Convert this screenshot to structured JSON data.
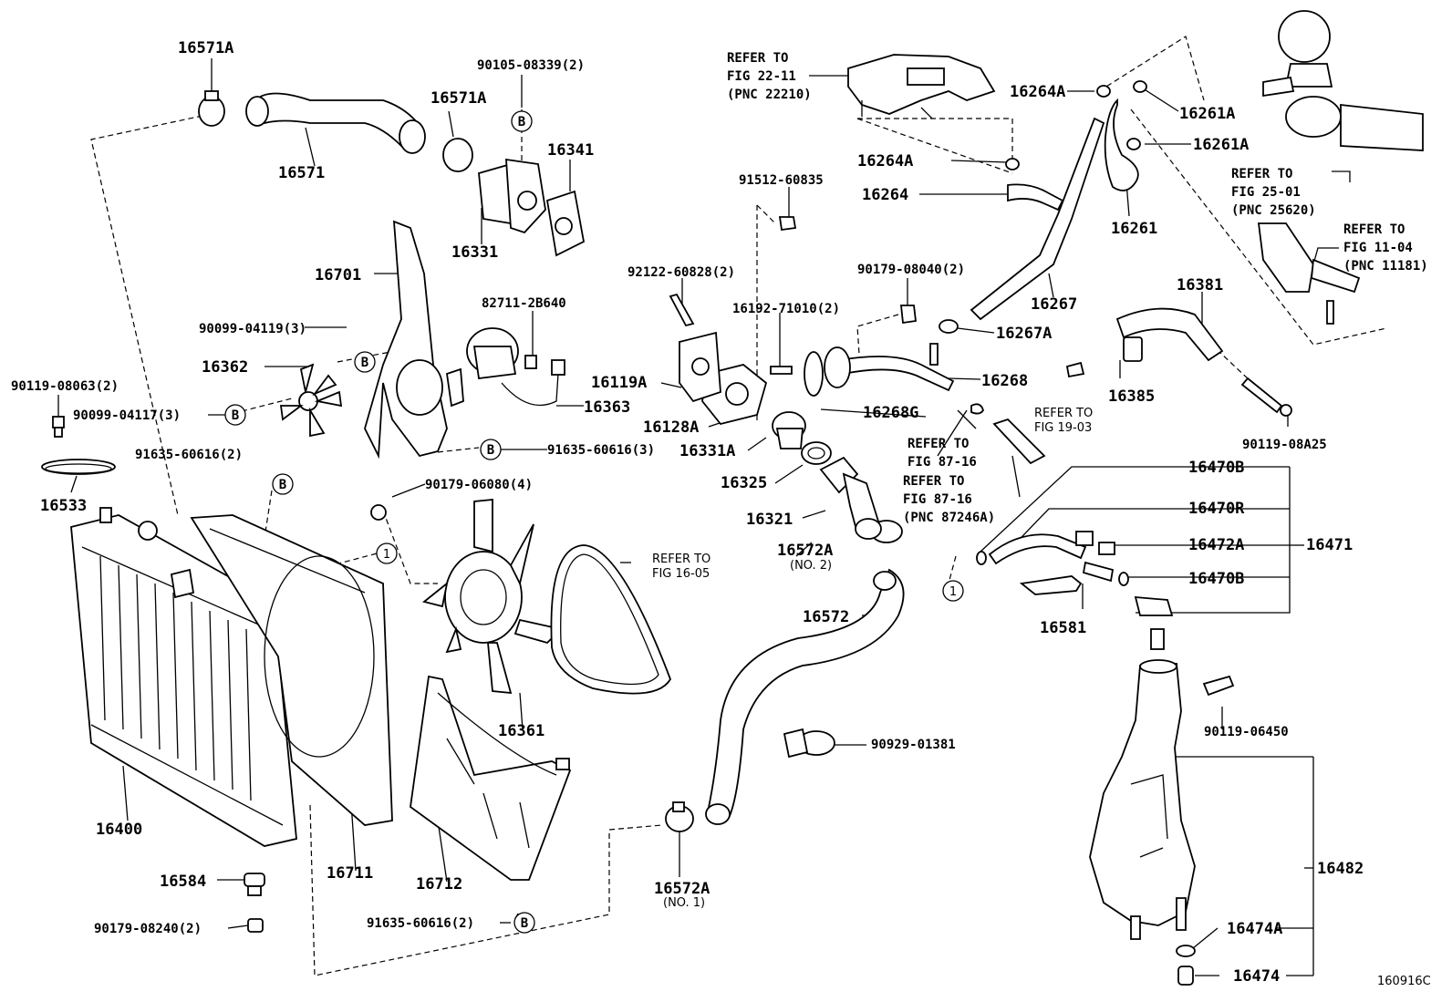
{
  "diagram": {
    "figure_id": "160916C",
    "marker_b": "B",
    "marker_1": "1",
    "labels": {
      "p16571A_top": "16571A",
      "p16571": "16571",
      "p16571A_mid": "16571A",
      "p90105": "90105-08339(2)",
      "p16341": "16341",
      "p16331": "16331",
      "p16701": "16701",
      "p90099_04119": "90099-04119(3)",
      "p16362": "16362",
      "p90119_08063": "90119-08063(2)",
      "p90099_04117": "90099-04117(3)",
      "p91635_left": "91635-60616(2)",
      "p16533": "16533",
      "p82711": "82711-2B640",
      "p16363": "16363",
      "p91635_mid": "91635-60616(3)",
      "p90179_06080": "90179-06080(4)",
      "p16361": "16361",
      "p16400": "16400",
      "p16711": "16711",
      "p16712": "16712",
      "p16584": "16584",
      "p90179_08240": "90179-08240(2)",
      "p91635_bottom": "91635-60616(2)",
      "p16572A_no1": "16572A",
      "p16572A_no1_sub": "(NO. 1)",
      "p90929": "90929-01381",
      "p16572": "16572",
      "p16572A_no2": "16572A",
      "p16572A_no2_sub": "(NO. 2)",
      "p16321": "16321",
      "p16325": "16325",
      "p16331A": "16331A",
      "p16128A": "16128A",
      "p16119A": "16119A",
      "p92122": "92122-60828(2)",
      "p16192": "16192-71010(2)",
      "p91512": "91512-60835",
      "p16268G": "16268G",
      "p16268": "16268",
      "p90179_08040": "90179-08040(2)",
      "p16267A": "16267A",
      "p16267": "16267",
      "p16264": "16264",
      "p16264A_mid": "16264A",
      "p16264A_top": "16264A",
      "p16261A_top": "16261A",
      "p16261A_mid": "16261A",
      "p16261": "16261",
      "p16381": "16381",
      "p16385": "16385",
      "p90119_08A25": "90119-08A25",
      "p16470B_top": "16470B",
      "p16470R": "16470R",
      "p16472A": "16472A",
      "p16471": "16471",
      "p16470B_bot": "16470B",
      "p16581": "16581",
      "p90119_06450": "90119-06450",
      "p16482": "16482",
      "p16474A": "16474A",
      "p16474": "16474"
    },
    "refs": {
      "r22_l1": "REFER TO",
      "r22_l2": "FIG 22-11",
      "r22_l3": "(PNC 22210)",
      "r25_l1": "REFER TO",
      "r25_l2": "FIG 25-01",
      "r25_l3": "(PNC 25620)",
      "r11_l1": "REFER TO",
      "r11_l2": "FIG 11-04",
      "r11_l3": "(PNC 11181)",
      "r16_l1": "REFER TO",
      "r16_l2": "FIG 16-05",
      "r19_l1": "REFER TO",
      "r19_l2": "FIG 19-03",
      "r87a_l1": "REFER TO",
      "r87a_l2": "FIG 87-16",
      "r87b_l1": "REFER TO",
      "r87b_l2": "FIG 87-16",
      "r87b_l3": "(PNC 87246A)"
    }
  }
}
